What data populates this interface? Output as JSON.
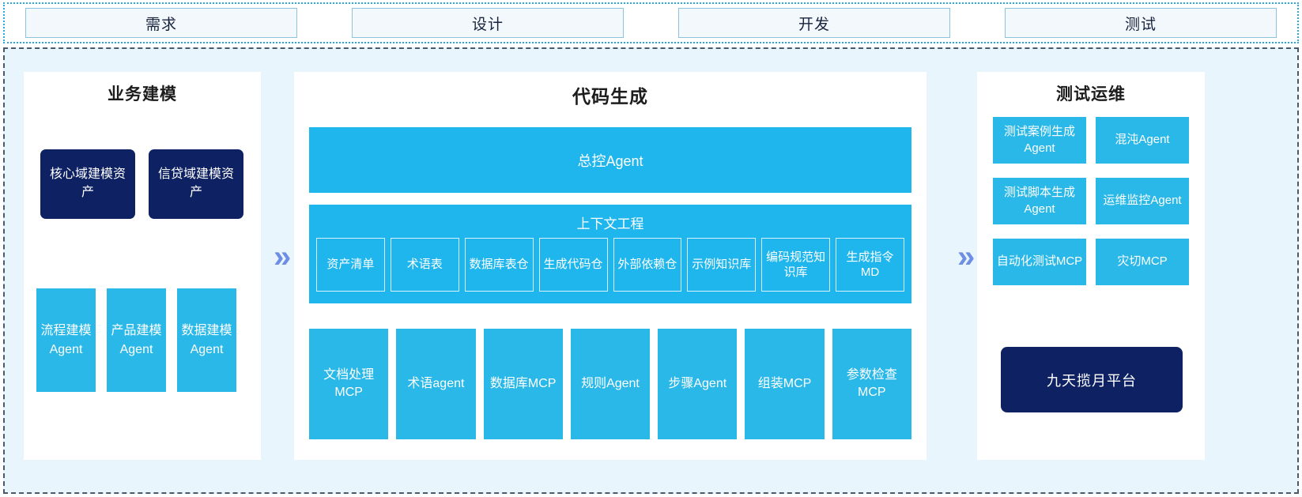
{
  "phases": {
    "items": [
      {
        "label": "需求"
      },
      {
        "label": "设计"
      },
      {
        "label": "开发"
      },
      {
        "label": "测试"
      }
    ]
  },
  "colors": {
    "accent_blue": "#29b8e8",
    "band_blue": "#1fb6ed",
    "navy": "#0e2263",
    "canvas_bg": "#e8f5fd",
    "panel_bg": "#ffffff",
    "chevron": "#6e8ee6",
    "phase_border": "#8cc4dd",
    "phase_bg": "#f3f8fc"
  },
  "flow": {
    "chevron_left_glyph": "»",
    "chevron_right_glyph": "»"
  },
  "left_panel": {
    "title": "业务建模",
    "assets": [
      {
        "label": "核心域建模资产"
      },
      {
        "label": "信贷域建模资产"
      }
    ],
    "modeling_agents": [
      {
        "label": "流程建模Agent"
      },
      {
        "label": "产品建模Agent"
      },
      {
        "label": "数据建模Agent"
      }
    ]
  },
  "center_panel": {
    "title": "代码生成",
    "control_agent": {
      "label": "总控Agent"
    },
    "context_engineering": {
      "heading": "上下文工程",
      "items": [
        {
          "label": "资产清单"
        },
        {
          "label": "术语表"
        },
        {
          "label": "数据库表仓"
        },
        {
          "label": "生成代码仓"
        },
        {
          "label": "外部依赖仓"
        },
        {
          "label": "示例知识库"
        },
        {
          "label": "编码规范知识库"
        },
        {
          "label": "生成指令MD"
        }
      ]
    },
    "tools": [
      {
        "label": "文档处理MCP"
      },
      {
        "label": "术语agent"
      },
      {
        "label": "数据库MCP"
      },
      {
        "label": "规则Agent"
      },
      {
        "label": "步骤Agent"
      },
      {
        "label": "组装MCP"
      },
      {
        "label": "参数检查MCP"
      }
    ]
  },
  "right_panel": {
    "title": "测试运维",
    "ops_items": [
      {
        "label": "测试案例生成Agent"
      },
      {
        "label": "混沌Agent"
      },
      {
        "label": "测试脚本生成Agent"
      },
      {
        "label": "运维监控Agent"
      },
      {
        "label": "自动化测试MCP"
      },
      {
        "label": "灾切MCP"
      }
    ],
    "platform": {
      "label": "九天揽月平台"
    }
  }
}
